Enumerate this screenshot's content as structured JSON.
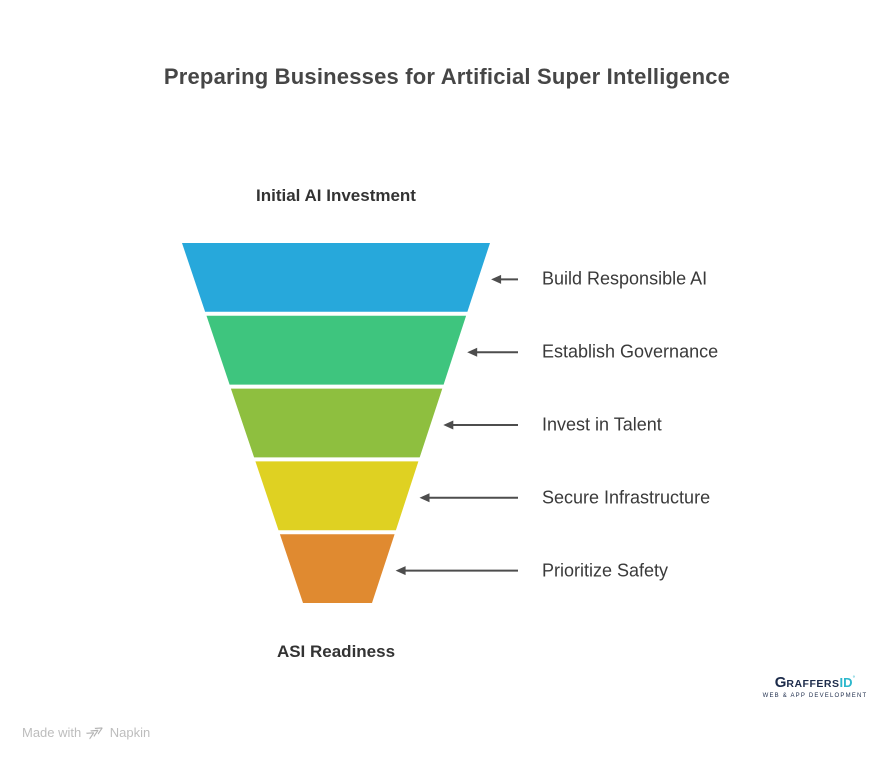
{
  "title": "Preparing Businesses for Artificial Super Intelligence",
  "funnel": {
    "top_label": "Initial AI Investment",
    "bottom_label": "ASI Readiness",
    "arrow_color": "#4d4d4d",
    "stages": [
      {
        "label": "Build Responsible AI",
        "color": "#27a8db"
      },
      {
        "label": "Establish Governance",
        "color": "#3ec57e"
      },
      {
        "label": "Invest in Talent",
        "color": "#8ebf3f"
      },
      {
        "label": "Secure Infrastructure",
        "color": "#dfd122"
      },
      {
        "label": "Prioritize Safety",
        "color": "#e08a30"
      }
    ]
  },
  "branding": {
    "name_g": "G",
    "name_raffers": "RAFFERS",
    "name_id": "ID",
    "degree": "°",
    "tagline": "WEB & APP DEVELOPMENT",
    "navy": "#1c2b4a",
    "cyan": "#2bb7cc"
  },
  "footer": {
    "made_with": "Made with",
    "glyph": "⋙",
    "brand": "Napkin"
  }
}
